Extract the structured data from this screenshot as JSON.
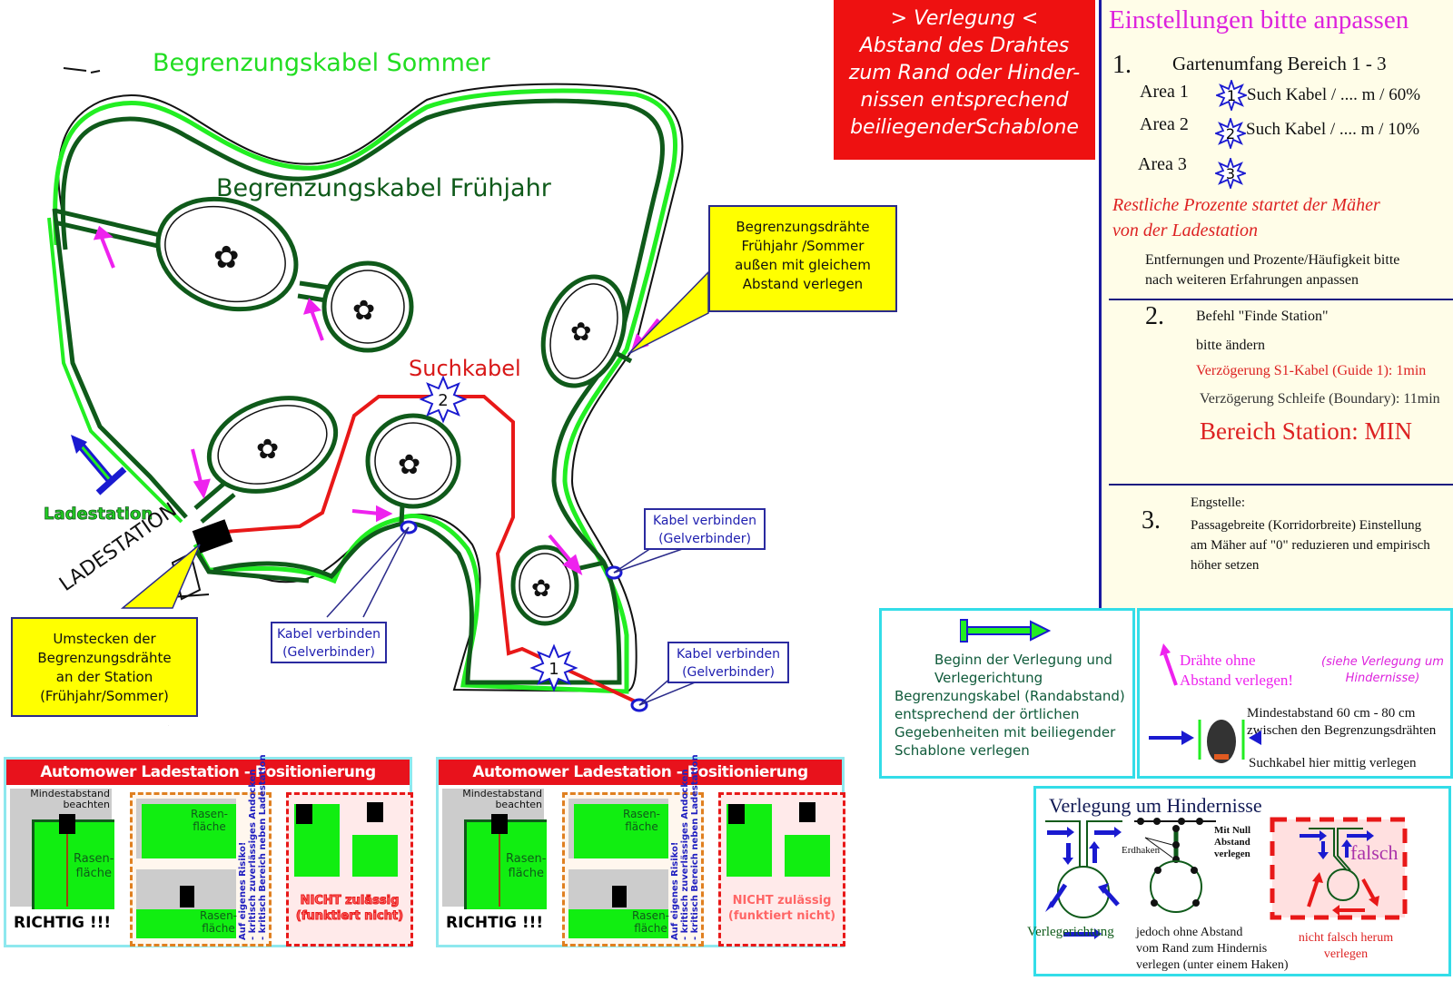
{
  "map": {
    "label_summer": "Begrenzungskabel Sommer",
    "label_spring": "Begrenzungskabel Frühjahr",
    "label_guide": "Suchkabel",
    "label_station_legend": "Ladestation",
    "label_station_sketch": "LADESTATION",
    "guide_markers": [
      "1",
      "2"
    ],
    "callout_outer_wires": [
      "Begrenzungsdrähte",
      "Frühjahr /Sommer",
      "außen mit gleichem",
      "Abstand verlegen"
    ],
    "callout_station": [
      "Umstecken der",
      "Begrenzungsdrähte",
      "an der Station",
      "(Frühjahr/Sommer)"
    ],
    "connector_callouts": [
      {
        "line1": "Kabel verbinden",
        "line2": "(Gelverbinder)"
      },
      {
        "line1": "Kabel verbinden",
        "line2": "(Gelverbinder)"
      },
      {
        "line1": "Kabel verbinden",
        "line2": "(Gelverbinder)"
      }
    ],
    "colors": {
      "summer": "#22ee22",
      "spring": "#0f5a1a",
      "guide": "#e81818",
      "arrow": "#ee22ee",
      "connector": "#1a1ad0"
    }
  },
  "banner": {
    "lines": [
      "> Verlegung <",
      "Abstand des Drahtes",
      "zum Rand oder Hinder-",
      "nissen entsprechend",
      "beiliegenderSchablone"
    ]
  },
  "settings": {
    "title": "Einstellungen bitte anpassen",
    "section1": {
      "number": "1.",
      "heading": "Gartenumfang Bereich 1 - 3",
      "areas": [
        {
          "label": "Area 1",
          "marker": "1",
          "text": "Such Kabel / .... m / 60%"
        },
        {
          "label": "Area 2",
          "marker": "2",
          "text": "Such Kabel / .... m / 10%"
        },
        {
          "label": "Area 3",
          "marker": "3",
          "text": ""
        }
      ],
      "note_red": [
        "Restliche Prozente  startet der Mäher",
        "von der Ladestation"
      ],
      "note": [
        "Entfernungen und Prozente/Häufigkeit bitte",
        "nach weiteren Erfahrungen anpassen"
      ]
    },
    "section2": {
      "number": "2.",
      "line1": "Befehl \"Finde Station\"",
      "line2": "bitte ändern",
      "delay_guide": "Verzögerung S1-Kabel (Guide 1): 1min",
      "delay_boundary": "Verzögerung Schleife (Boundary): 11min",
      "station_range": "Bereich Station: MIN"
    },
    "section3": {
      "number": "3.",
      "heading": "Engstelle:",
      "lines": [
        "Passagebreite (Korridorbreite) Einstellung",
        "am Mäher auf \"0\" reduzieren und empirisch",
        "höher setzen"
      ]
    }
  },
  "start_box": {
    "lines": [
      "Beginn der Verlegung und",
      "Verlegerichtung",
      "Begrenzungskabel (Randabstand)",
      "entsprechend der örtlichen",
      "Gegebenheiten mit beiliegender",
      "Schablone verlegen"
    ]
  },
  "spacing_box": {
    "magenta": [
      "Drähte ohne",
      "Abstand verlegen!"
    ],
    "see_also": [
      "(siehe Verlegung um",
      "Hindernisse)"
    ],
    "min_distance": [
      "Mindestabstand 60 cm - 80 cm",
      "zwischen den Begrenzungsdrähten"
    ],
    "guide_center": "Suchkabel hier mittig verlegen"
  },
  "obstacles_box": {
    "title": "Verlegung um Hindernisse",
    "direction_label": "Verlegerichtung",
    "hook_label": "Erdhaken",
    "zero_distance": [
      "Mit Null",
      "Abstand",
      "verlegen"
    ],
    "no_gap": [
      "jedoch ohne Abstand",
      "vom Rand zum Hindernis",
      "verlegen (unter einem Haken)"
    ],
    "wrong_label": "falsch",
    "wrong_note": [
      "nicht falsch herum",
      "verlegen"
    ]
  },
  "positioning_panels": [
    {
      "title": "Automower Ladestation - Positionierung",
      "min_distance": [
        "Mindestabstand",
        "beachten"
      ],
      "lawn": [
        "Rasen-",
        "fläche"
      ],
      "correct_label": "RICHTIG !!!",
      "risk_lines": [
        "Auf eigenes Risiko!",
        "- kritisch zuverlässiges Andocken",
        "- kritisch Bereich neben Ladestation"
      ],
      "not_allowed": [
        "NICHT zulässig",
        "(funktiert nicht)"
      ]
    },
    {
      "title": "Automower Ladestation - Positionierung",
      "min_distance": [
        "Mindestabstand",
        "beachten"
      ],
      "lawn": [
        "Rasen-",
        "fläche"
      ],
      "correct_label": "RICHTIG !!!",
      "risk_lines": [
        "Auf eigenes Risiko!",
        "- kritisch zuverlässiges Andocken",
        "- kritisch Bereich neben Ladestation"
      ],
      "not_allowed": [
        "NICHT zulässig",
        "(funktiert nicht)"
      ]
    }
  ]
}
